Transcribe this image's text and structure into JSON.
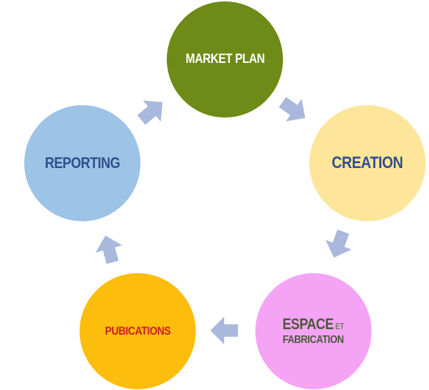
{
  "nodes": {
    "market_plan": {
      "label": "MARKET PLAN",
      "color": "#6e8a17"
    },
    "creation": {
      "label": "CREATION",
      "color": "#fde59a"
    },
    "espace": {
      "label": "ESPACE",
      "label_small": "ET",
      "label_sub": "FABRICATION",
      "color": "#f5a3f5"
    },
    "publications": {
      "label": "PUBICATIONS",
      "color": "#fdbd0d"
    },
    "reporting": {
      "label": "REPORTING",
      "color": "#9dc3e6"
    }
  },
  "arrow_color": "#a9b8dc"
}
